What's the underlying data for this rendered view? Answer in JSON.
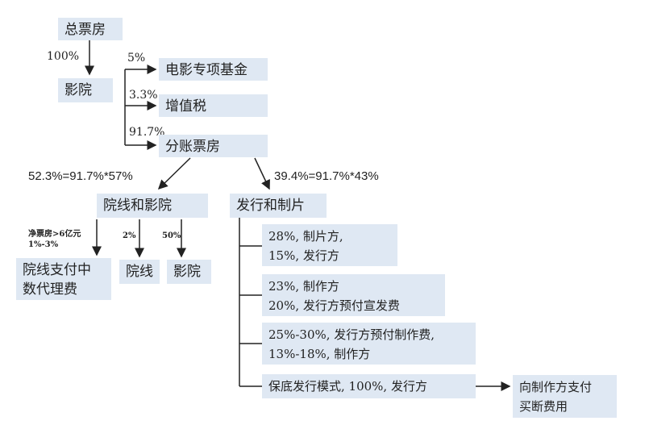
{
  "nodes": {
    "total_box_office": "总票房",
    "cinema": "影院",
    "film_fund": "电影专项基金",
    "vat": "增值税",
    "split_box_office": "分账票房",
    "chain_and_cinema": "院线和影院",
    "distribution_and_production": "发行和制片",
    "chain_fee_line1": "院线支付中",
    "chain_fee_line2": "数代理费",
    "chain": "院线",
    "cinema2": "影院",
    "opt1_line1": "28%, 制片方,",
    "opt1_line2": "15%, 发行方",
    "opt2_line1": "23%, 制作方",
    "opt2_line2": "20%, 发行方预付宣发费",
    "opt3_line1": "25%-30%, 发行方预付制作费,",
    "opt3_line2": "13%-18%, 制作方",
    "opt4": "保底发行模式, 100%, 发行方",
    "buyout_line1": "向制作方支付",
    "buyout_line2": "买断费用"
  },
  "labels": {
    "p100": "100%",
    "p5": "5%",
    "p3_3": "3.3%",
    "p91_7": "91.7%",
    "left_split": "52.3%=91.7%*57%",
    "right_split": "39.4%=91.7%*43%",
    "net_line1": "净票房>6亿元",
    "net_line2": "1%-3%",
    "p2": "2%",
    "p50": "50%"
  }
}
